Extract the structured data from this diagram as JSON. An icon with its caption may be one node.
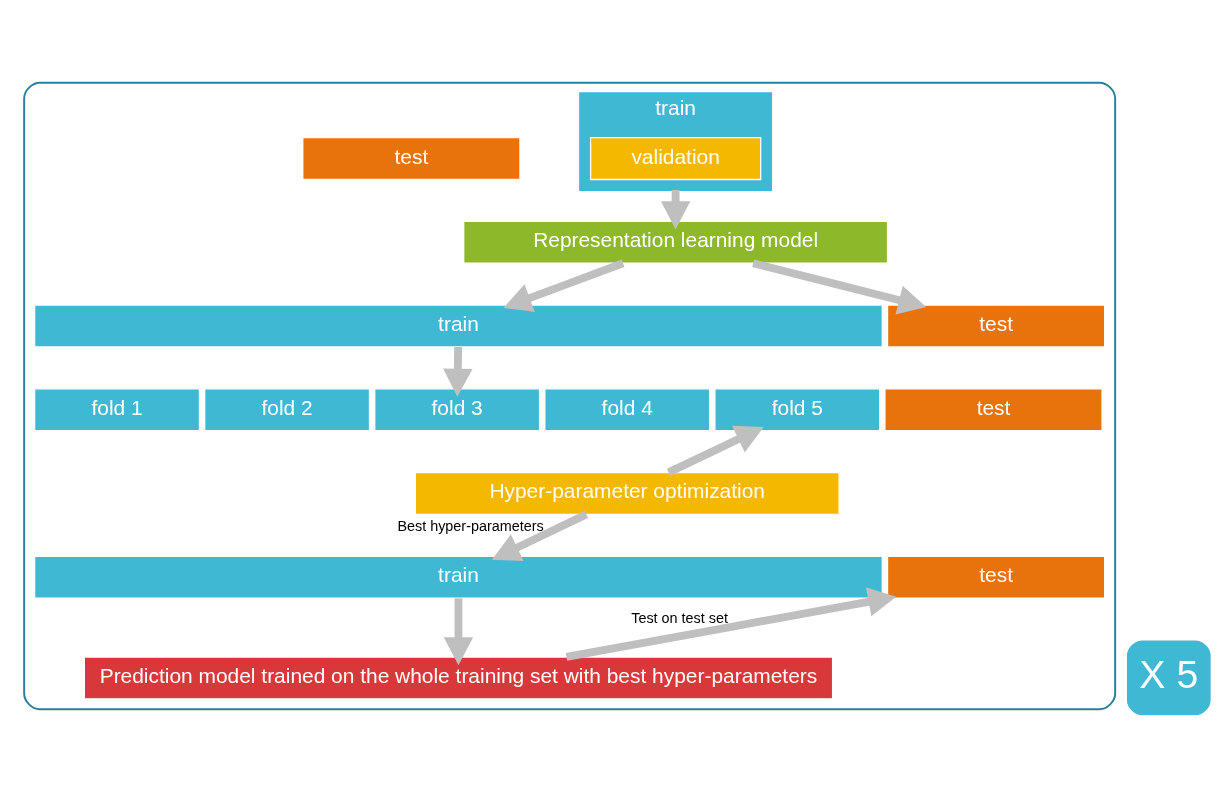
{
  "diagram": {
    "nodes": [
      {
        "text": [],
        "shape": "box"
      },
      {
        "text": [
          "train"
        ],
        "in": 0
      },
      {
        "text": [
          "validation"
        ],
        "in": 1
      },
      {
        "text": [
          "test"
        ],
        "in": 0
      },
      {
        "text": [
          "Representation learning model"
        ],
        "in": 0
      },
      {
        "text": [
          "train"
        ],
        "in": 0
      },
      {
        "text": [
          "test"
        ],
        "in": 0
      },
      {
        "text": [
          "fold 1"
        ],
        "in": 0
      },
      {
        "text": [
          "fold 2"
        ],
        "in": 0
      },
      {
        "text": [
          "fold 3"
        ],
        "in": 0
      },
      {
        "text": [
          "fold 4"
        ],
        "in": 0
      },
      {
        "text": [
          "fold 5"
        ],
        "in": 0
      },
      {
        "text": [
          "test"
        ],
        "in": 0
      },
      {
        "text": [
          "Hyper-parameter optimization"
        ],
        "in": 0
      },
      {
        "text": [
          "train"
        ],
        "in": 0
      },
      {
        "text": [
          "test"
        ],
        "in": 0
      },
      {
        "text": [
          "Prediction model trained on the whole training set with best hyper-parameters"
        ],
        "in": 0
      },
      {
        "text": [
          "X 5"
        ]
      }
    ],
    "edges": [
      {
        "from": 1,
        "to": 4,
        "arrow": "to"
      },
      {
        "from": 4,
        "to": 5,
        "arrow": "to"
      },
      {
        "from": 4,
        "to": 6,
        "arrow": "to"
      },
      {
        "from": 5,
        "to": 9,
        "arrow": "to"
      },
      {
        "from": 13,
        "to": 11,
        "arrow": "to"
      },
      {
        "from": 13,
        "to": 14,
        "arrow": "to",
        "label": "Best hyper-parameters"
      },
      {
        "from": 14,
        "to": 16,
        "arrow": "to"
      },
      {
        "from": 16,
        "to": 15,
        "arrow": "to",
        "label": "Test on test set"
      }
    ]
  }
}
